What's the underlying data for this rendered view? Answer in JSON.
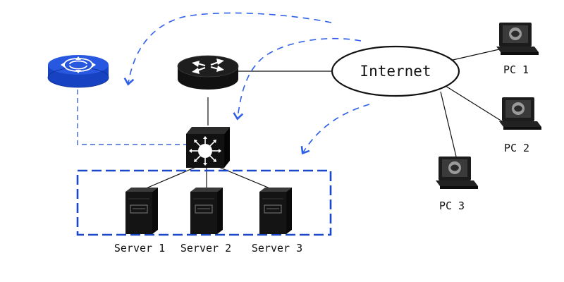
{
  "diagram": {
    "cloud_label": "Internet",
    "pcs": [
      {
        "label": "PC 1"
      },
      {
        "label": "PC 2"
      },
      {
        "label": "PC 3"
      }
    ],
    "servers": [
      {
        "label": "Server 1"
      },
      {
        "label": "Server 2"
      },
      {
        "label": "Server 3"
      }
    ],
    "icons": {
      "wireless_router": "wireless-router-icon",
      "core_router": "router-icon",
      "switch": "switch-icon",
      "server": "server-icon",
      "pc": "desktop-pc-icon"
    },
    "colors": {
      "wireless_router": "#1f4fd6",
      "core_router": "#111111",
      "server_group_border": "#1a46c8",
      "flow_arrows": "#2f5ee8",
      "links": "#111111"
    }
  }
}
